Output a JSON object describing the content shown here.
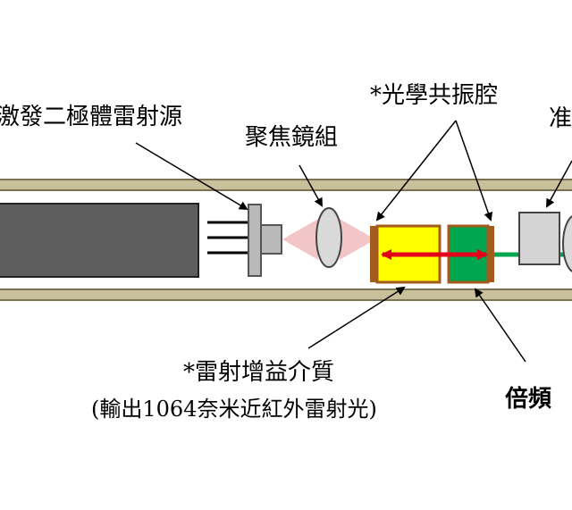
{
  "labels": {
    "diode_source": "激發二極體雷射源",
    "focus_lens": "聚焦鏡組",
    "resonator": "*光學共振腔",
    "collimator": "准",
    "gain_medium_line1": "*雷射增益介質",
    "gain_medium_line2": "(輸出1064奈米近紅外雷射光)",
    "doubling": "倍頻"
  },
  "colors": {
    "tube_fill": "#c8c09a",
    "tube_stroke": "#7a7455",
    "housing": "#5e5e5e",
    "flange": "#b9b9b9",
    "pump_cone": "#f2c6c6",
    "lens": "#d9d9d9",
    "gain_crystal": "#ffff00",
    "crystal_edge": "#a45a1c",
    "doubling_crystal": "#00a650",
    "red_beam": "#e3001b",
    "green_beam": "#00a650",
    "collimator_block": "#d4d4d4"
  }
}
